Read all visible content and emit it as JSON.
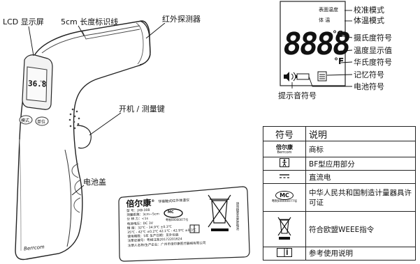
{
  "labels": {
    "lcd": "LCD 显示屏",
    "line_mark": "5cm 长度标识线",
    "ir_probe": "红外探测器",
    "power_button": "开机 / 测量键",
    "battery_cover": "电池盖",
    "buzzer": "提示音符号"
  },
  "device": {
    "brand": "Berrcom",
    "screen_reading": "36.8",
    "screen_unit": "°C",
    "mode_button": "模式",
    "unit_button": "单位"
  },
  "display_panel": {
    "surface_temp": "表面温度",
    "body_temp": "体 温",
    "digits": "8888",
    "celsius": "°C",
    "fahrenheit": "°F",
    "callouts": [
      "校准模式",
      "体温模式",
      "摄氏度符号",
      "温度显示值",
      "华氏度符号",
      "记忆符号",
      "电池符号"
    ]
  },
  "label_plate": {
    "brand": "倍尔康",
    "reg_mark": "®",
    "product": "非接触式红外体温仪",
    "lines": [
      "型 号：JXB-308",
      "测量距离：3cm~5cm",
      "分 辨 力：<1s",
      "电源电压：DC 3V",
      "精 度：32℃ - 34.9℃ ±0.3℃",
      "35℃ - 42℃ ±0.2℃ 42.1℃ - 42.9℃ ±0.3℃",
      "使用期限：5年 生产日期：见外包装",
      "注册证编号：粤械注准20172201624",
      "注册人名称/生产企业：广州市倍尔康医疗器械有限公司"
    ],
    "mc": "MC",
    "mc_num": "粤制00000077号",
    "side_text": "请勿随意丢弃废电池"
  },
  "table": {
    "headers": [
      "符号",
      "说明"
    ],
    "rows": [
      {
        "icon": "brand-logo",
        "brand": "倍尔康",
        "sub": "Berrcom",
        "desc": "商标"
      },
      {
        "icon": "bf-type-icon",
        "desc": "BF型应用部分"
      },
      {
        "icon": "dc-icon",
        "desc": "直流电"
      },
      {
        "icon": "mc-icon",
        "mc": "MC",
        "mc_num": "粤制00000077号",
        "desc": "中华人民共和国制造计量器具许可证"
      },
      {
        "icon": "weee-icon",
        "desc": "符合欧盟WEEE指令"
      },
      {
        "icon": "manual-icon",
        "desc": "参考使用说明"
      }
    ]
  }
}
